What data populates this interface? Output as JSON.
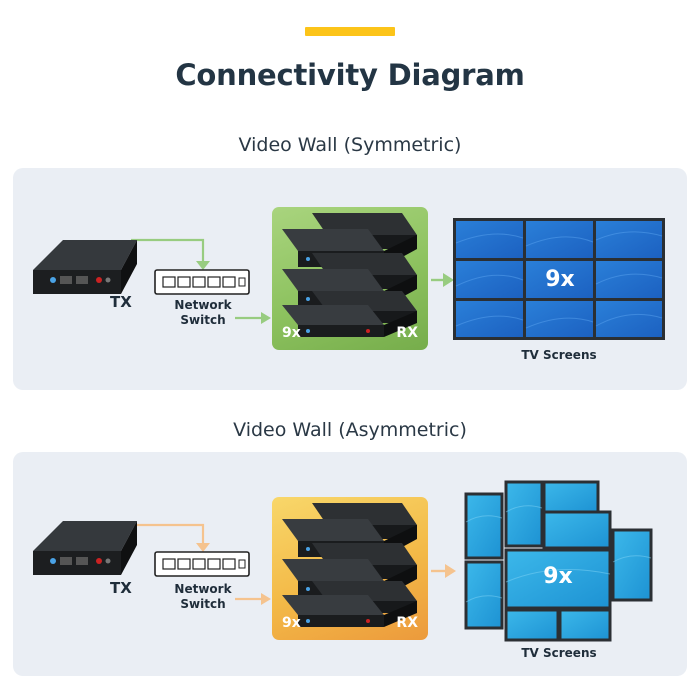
{
  "header": {
    "title": "Connectivity Diagram",
    "accent_color": "#fcc419"
  },
  "symmetric": {
    "section_title": "Video Wall (Symmetric)",
    "tx_label": "TX",
    "switch_label_line1": "Network",
    "switch_label_line2": "Switch",
    "rx_count": "9x",
    "rx_label": "RX",
    "screens_count": "9x",
    "screens_label": "TV Screens",
    "accent_color": "#8dc25f"
  },
  "asymmetric": {
    "section_title": "Video Wall (Asymmetric)",
    "tx_label": "TX",
    "switch_label_line1": "Network",
    "switch_label_line2": "Switch",
    "rx_count": "9x",
    "rx_label": "RX",
    "screens_count": "9x",
    "screens_label": "TV Screens",
    "accent_color": "#f3b947"
  }
}
